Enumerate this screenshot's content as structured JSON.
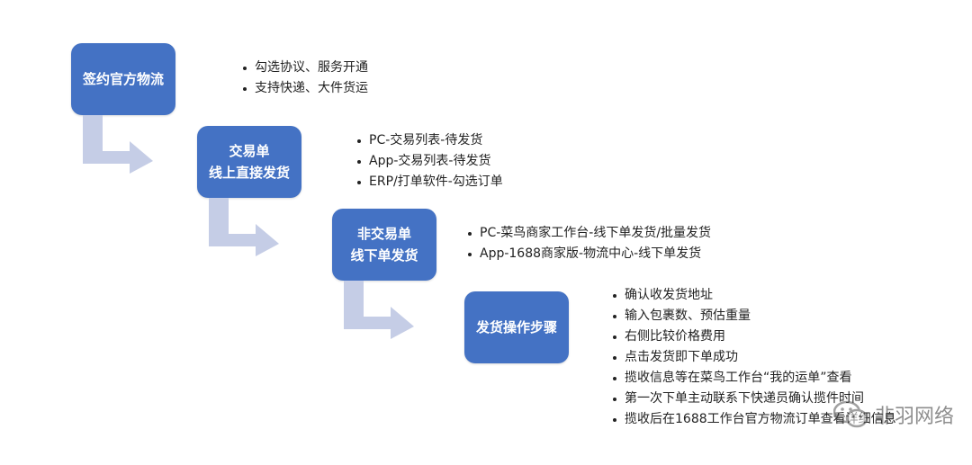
{
  "steps": [
    {
      "lines": [
        "签约官方物流"
      ]
    },
    {
      "lines": [
        "交易单",
        "线上直接发货"
      ]
    },
    {
      "lines": [
        "非交易单",
        "线下单发货"
      ]
    },
    {
      "lines": [
        "发货操作步骤"
      ]
    }
  ],
  "bullets": [
    [
      "勾选协议、服务开通",
      "支持快递、大件货运"
    ],
    [
      "PC-交易列表-待发货",
      "App-交易列表-待发货",
      "ERP/打单软件-勾选订单"
    ],
    [
      "PC-菜鸟商家工作台-线下单发货/批量发货",
      "App-1688商家版-物流中心-线下单发货"
    ],
    [
      "确认收发货地址",
      "输入包裹数、预估重量",
      "右侧比较价格费用",
      "点击发货即下单成功",
      "揽收信息等在菜鸟工作台“我的运单”查看",
      "第一次下单主动联系下快递员确认揽件时间",
      "揽收后在1688工作台官方物流订单查看详细信息"
    ]
  ],
  "watermark": "非羽网络",
  "colors": {
    "box": "#4472c4",
    "arrow": "#c5cde6",
    "text": "#222222"
  }
}
